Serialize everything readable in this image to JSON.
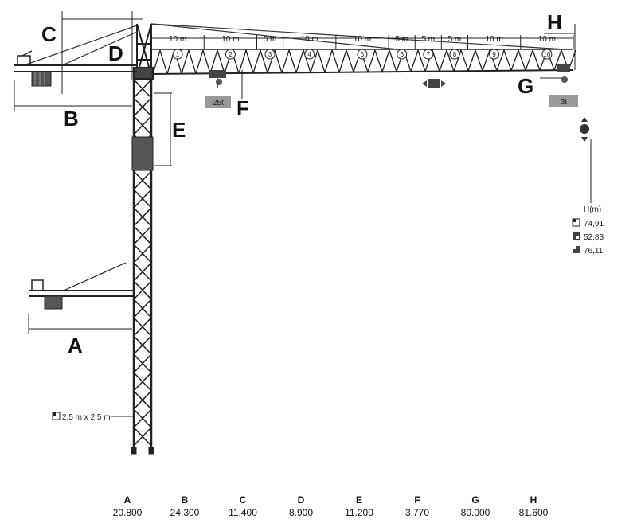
{
  "labels": {
    "A": "A",
    "B": "B",
    "C": "C",
    "D": "D",
    "E": "E",
    "F": "F",
    "G": "G",
    "H": "H"
  },
  "segments": [
    "10 m",
    "10 m",
    "5 m",
    "10 m",
    "10 m",
    "5 m",
    "5 m",
    "5 m",
    "10 m",
    "10 m"
  ],
  "segment_numbers": [
    "1",
    "2",
    "3",
    "4",
    "5",
    "6",
    "7",
    "8",
    "9",
    "10"
  ],
  "loads": {
    "near": "25t",
    "far": "3t"
  },
  "tower_section": "2,5 m x 2,5 m",
  "height_header": "H(m)",
  "heights": [
    "74,91",
    "52,83",
    "76,11"
  ],
  "dimensions": [
    {
      "letter": "A",
      "value": "20.800"
    },
    {
      "letter": "B",
      "value": "24.300"
    },
    {
      "letter": "C",
      "value": "11.400"
    },
    {
      "letter": "D",
      "value": "8.900"
    },
    {
      "letter": "E",
      "value": "11.200"
    },
    {
      "letter": "F",
      "value": "3.770"
    },
    {
      "letter": "G",
      "value": "80.000"
    },
    {
      "letter": "H",
      "value": "81.600"
    }
  ]
}
